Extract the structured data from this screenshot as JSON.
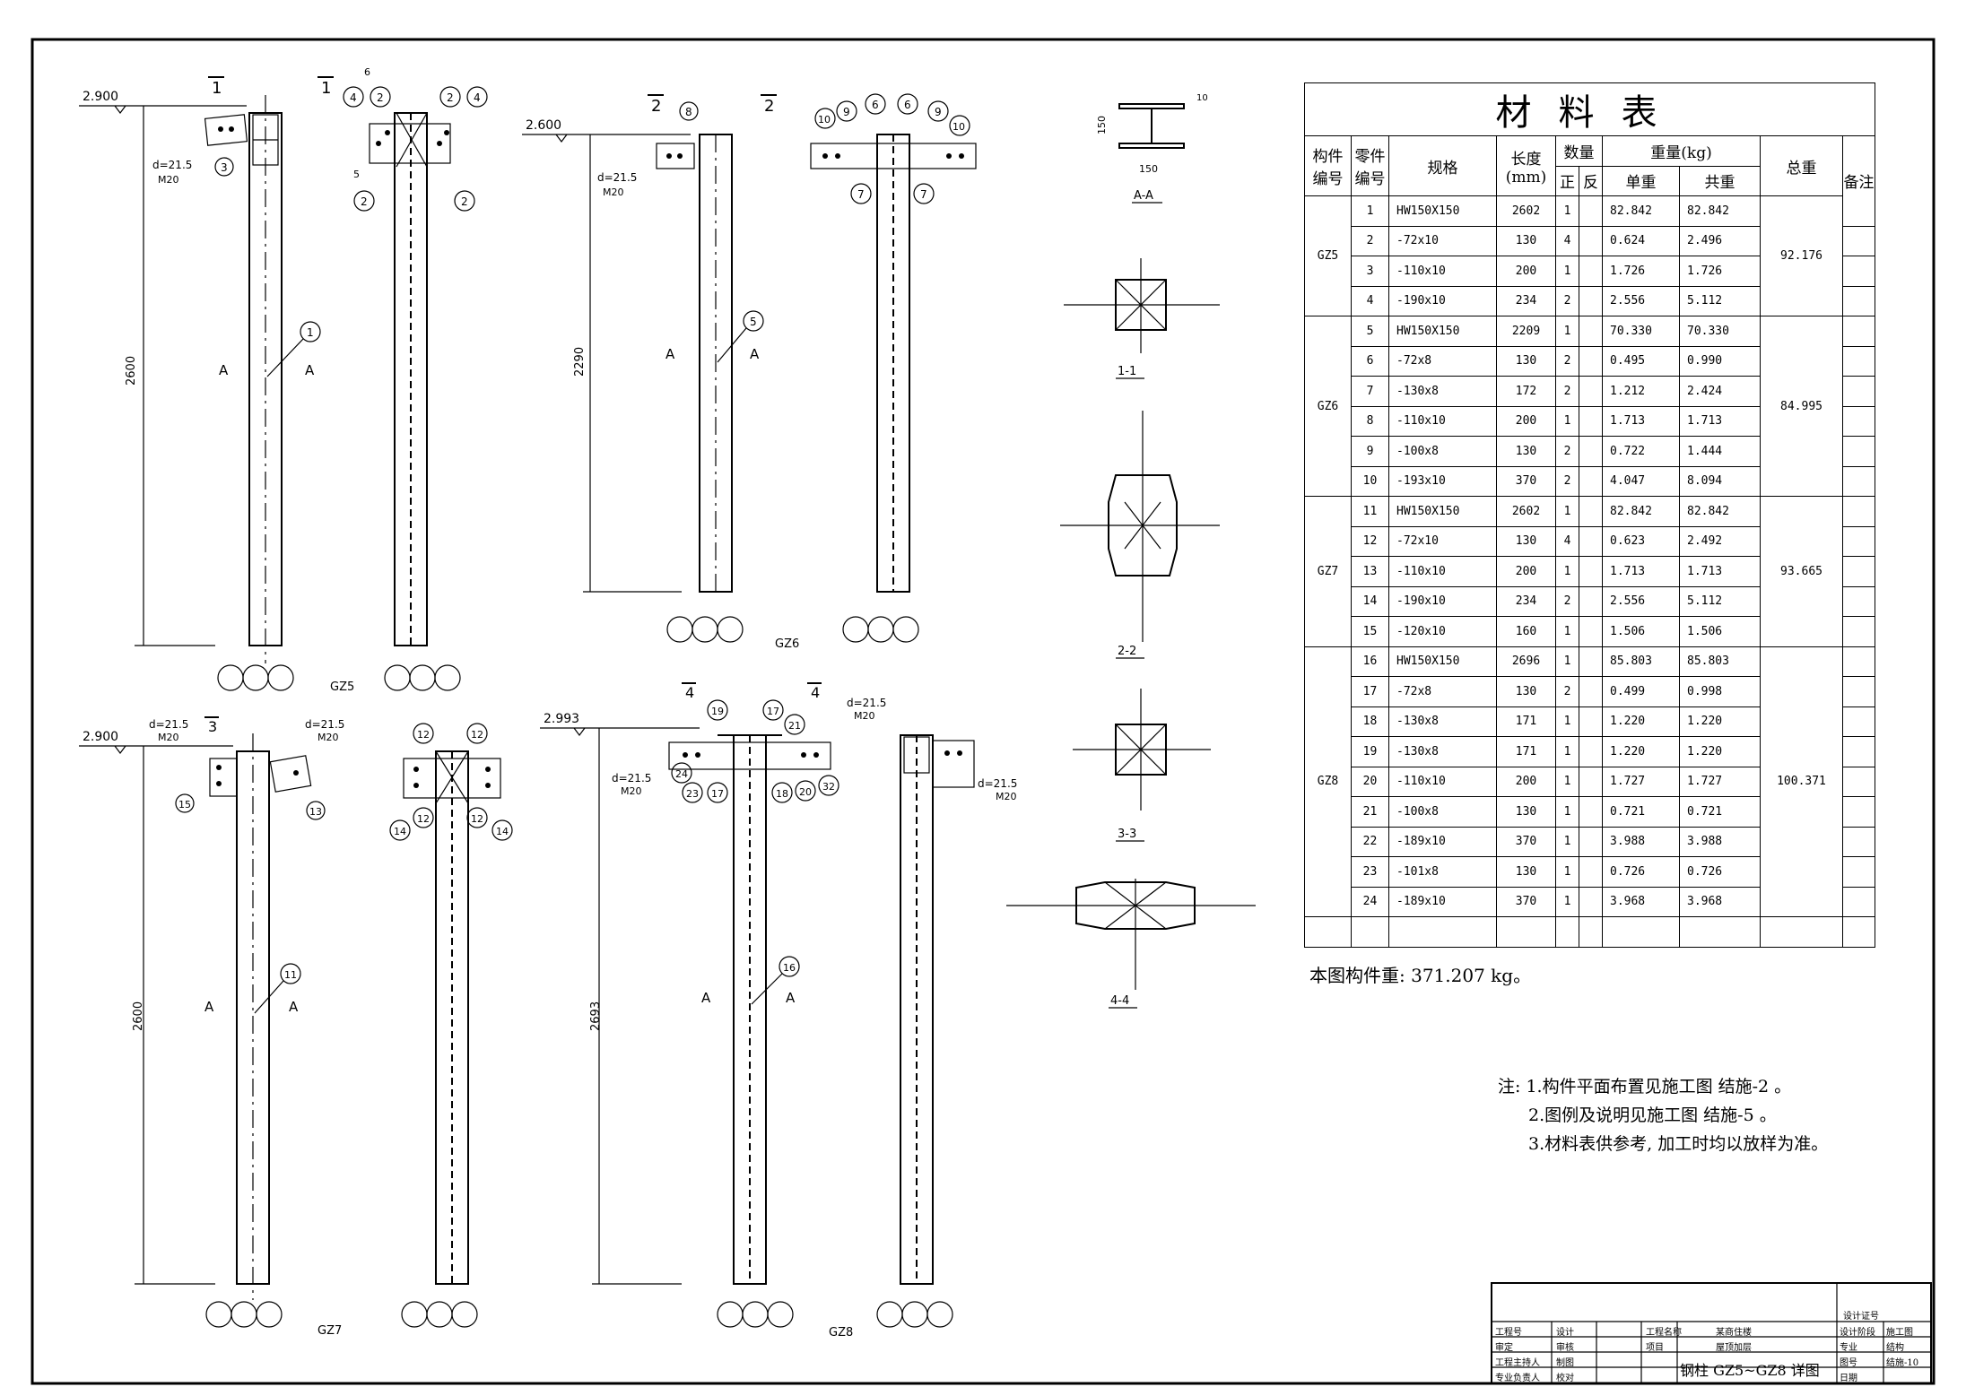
{
  "table": {
    "title": "材料表",
    "headers": {
      "member_no": [
        "构件",
        "编号"
      ],
      "part_no": [
        "零件",
        "编号"
      ],
      "spec": "规格",
      "length": [
        "长度",
        "(mm)"
      ],
      "qty": "数量",
      "qty_front": "正",
      "qty_back": "反",
      "weight": "重量(kg)",
      "unit_weight": "单重",
      "sum_weight": "共重",
      "total_weight": "总重",
      "remark": "备注"
    },
    "groups": [
      {
        "member": "GZ5",
        "total": "92.176",
        "rows": [
          {
            "part": "1",
            "spec": "HW150X150",
            "length": "2602",
            "qty": "1",
            "unit": "82.842",
            "sum": "82.842"
          },
          {
            "part": "2",
            "spec": "-72x10",
            "length": "130",
            "qty": "4",
            "unit": "0.624",
            "sum": "2.496"
          },
          {
            "part": "3",
            "spec": "-110x10",
            "length": "200",
            "qty": "1",
            "unit": "1.726",
            "sum": "1.726"
          },
          {
            "part": "4",
            "spec": "-190x10",
            "length": "234",
            "qty": "2",
            "unit": "2.556",
            "sum": "5.112"
          }
        ]
      },
      {
        "member": "GZ6",
        "total": "84.995",
        "rows": [
          {
            "part": "5",
            "spec": "HW150X150",
            "length": "2209",
            "qty": "1",
            "unit": "70.330",
            "sum": "70.330"
          },
          {
            "part": "6",
            "spec": "-72x8",
            "length": "130",
            "qty": "2",
            "unit": "0.495",
            "sum": "0.990"
          },
          {
            "part": "7",
            "spec": "-130x8",
            "length": "172",
            "qty": "2",
            "unit": "1.212",
            "sum": "2.424"
          },
          {
            "part": "8",
            "spec": "-110x10",
            "length": "200",
            "qty": "1",
            "unit": "1.713",
            "sum": "1.713"
          },
          {
            "part": "9",
            "spec": "-100x8",
            "length": "130",
            "qty": "2",
            "unit": "0.722",
            "sum": "1.444"
          },
          {
            "part": "10",
            "spec": "-193x10",
            "length": "370",
            "qty": "2",
            "unit": "4.047",
            "sum": "8.094"
          }
        ]
      },
      {
        "member": "GZ7",
        "total": "93.665",
        "rows": [
          {
            "part": "11",
            "spec": "HW150X150",
            "length": "2602",
            "qty": "1",
            "unit": "82.842",
            "sum": "82.842"
          },
          {
            "part": "12",
            "spec": "-72x10",
            "length": "130",
            "qty": "4",
            "unit": "0.623",
            "sum": "2.492"
          },
          {
            "part": "13",
            "spec": "-110x10",
            "length": "200",
            "qty": "1",
            "unit": "1.713",
            "sum": "1.713"
          },
          {
            "part": "14",
            "spec": "-190x10",
            "length": "234",
            "qty": "2",
            "unit": "2.556",
            "sum": "5.112"
          },
          {
            "part": "15",
            "spec": "-120x10",
            "length": "160",
            "qty": "1",
            "unit": "1.506",
            "sum": "1.506"
          }
        ]
      },
      {
        "member": "GZ8",
        "total": "100.371",
        "rows": [
          {
            "part": "16",
            "spec": "HW150X150",
            "length": "2696",
            "qty": "1",
            "unit": "85.803",
            "sum": "85.803"
          },
          {
            "part": "17",
            "spec": "-72x8",
            "length": "130",
            "qty": "2",
            "unit": "0.499",
            "sum": "0.998"
          },
          {
            "part": "18",
            "spec": "-130x8",
            "length": "171",
            "qty": "1",
            "unit": "1.220",
            "sum": "1.220"
          },
          {
            "part": "19",
            "spec": "-130x8",
            "length": "171",
            "qty": "1",
            "unit": "1.220",
            "sum": "1.220"
          },
          {
            "part": "20",
            "spec": "-110x10",
            "length": "200",
            "qty": "1",
            "unit": "1.727",
            "sum": "1.727"
          },
          {
            "part": "21",
            "spec": "-100x8",
            "length": "130",
            "qty": "1",
            "unit": "0.721",
            "sum": "0.721"
          },
          {
            "part": "22",
            "spec": "-189x10",
            "length": "370",
            "qty": "1",
            "unit": "3.988",
            "sum": "3.988"
          },
          {
            "part": "23",
            "spec": "-101x8",
            "length": "130",
            "qty": "1",
            "unit": "0.726",
            "sum": "0.726"
          },
          {
            "part": "24",
            "spec": "-189x10",
            "length": "370",
            "qty": "1",
            "unit": "3.968",
            "sum": "3.968"
          }
        ]
      }
    ]
  },
  "total_weight_text": "本图构件重: 371.207 kg。",
  "notes": {
    "prefix": "注:",
    "items": [
      "1.构件平面布置见施工图 结施-2 。",
      "2.图例及说明见施工图 结施-5 。",
      "3.材料表供参考, 加工时均以放样为准。"
    ]
  },
  "drawings": {
    "columns": [
      {
        "name": "GZ5",
        "elevation": "2.900",
        "height": "2600",
        "part": "1",
        "section": "1"
      },
      {
        "name": "GZ6",
        "elevation": "2.600",
        "height": "2290",
        "part": "5",
        "section": "2"
      },
      {
        "name": "GZ7",
        "elevation": "2.900",
        "height": "2600",
        "part": "11",
        "section": "3"
      },
      {
        "name": "GZ8",
        "elevation": "2.993",
        "height": "2693",
        "part": "16",
        "section": "4"
      }
    ],
    "sections": [
      "A-A",
      "1-1",
      "2-2",
      "3-3",
      "4-4"
    ],
    "bolt_label": "d=21.5",
    "bolt_size": "M20",
    "weld_size": "6",
    "weld_size_small": "5",
    "axis_label": "A",
    "aa_dims": {
      "height": "150",
      "width": "150",
      "flange": "10"
    }
  },
  "title_block": {
    "cert": "设计证号",
    "project_no": "工程号",
    "approve": "审定",
    "review": "审核",
    "project_lead": "工程主持人",
    "discipline_lead": "专业负责人",
    "design": "设计",
    "draw": "制图",
    "check": "校对",
    "project_name_label": "工程名称",
    "project_name": "某商住楼",
    "item_label": "项目",
    "item_value": "屋顶加层",
    "stage_label": "设计阶段",
    "stage_value": "施工图",
    "discipline_label": "专业",
    "discipline_value": "结构",
    "drawing_no_label": "图号",
    "drawing_no_value": "结施-10",
    "date_label": "日期",
    "drawing_title": "钢柱 GZ5~GZ8 详图"
  }
}
